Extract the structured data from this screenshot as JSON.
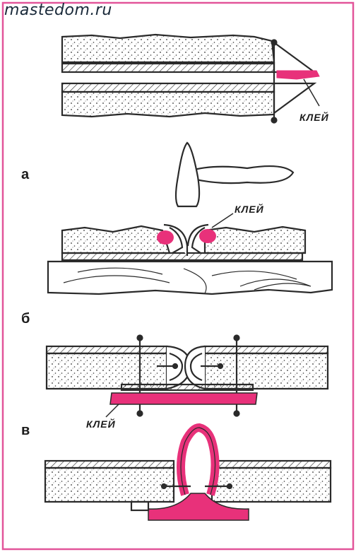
{
  "watermark": "mastedom.ru",
  "labels": {
    "a": "а",
    "b": "б",
    "v": "в"
  },
  "glue": {
    "top": "КЛЕЙ",
    "a": "КЛЕЙ",
    "b": "КЛЕЙ"
  },
  "colors": {
    "frame": "#e2559a",
    "glue": "#e8317a",
    "ink": "#2a2a2a"
  }
}
